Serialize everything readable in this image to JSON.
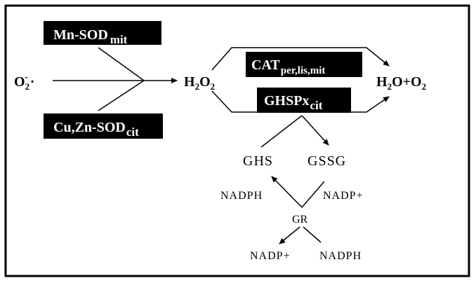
{
  "enzymes": {
    "mn_sod": {
      "main": "Mn-SOD",
      "sub": "mit"
    },
    "cuzn_sod": {
      "main": "Cu,Zn-SOD",
      "sub": "cit"
    },
    "cat": {
      "main": "CAT",
      "sub": "per,lis,mit"
    },
    "ghspx": {
      "main": "GHSPx",
      "sub": "cit"
    }
  },
  "species": {
    "superoxide": {
      "o": "O",
      "sub": "2",
      "sup": "-",
      "dot": "·"
    },
    "h2o2": {
      "h": "H",
      "h_sub": "2",
      "o": "O",
      "o_sub": "2"
    },
    "products": {
      "a": "H",
      "a_sub": "2",
      "b": "O+O",
      "b_sub": "2"
    },
    "ghs": "GHS",
    "gssg": "GSSG",
    "gr": "GR",
    "nadph_upper": "NADPH",
    "nadp_upper": "NADP+",
    "nadp_lower": "NADP+",
    "nadph_lower": "NADPH"
  },
  "colors": {
    "box_fill": "#000000",
    "box_text": "#ffffff",
    "ink": "#000000",
    "background": "#ffffff"
  }
}
